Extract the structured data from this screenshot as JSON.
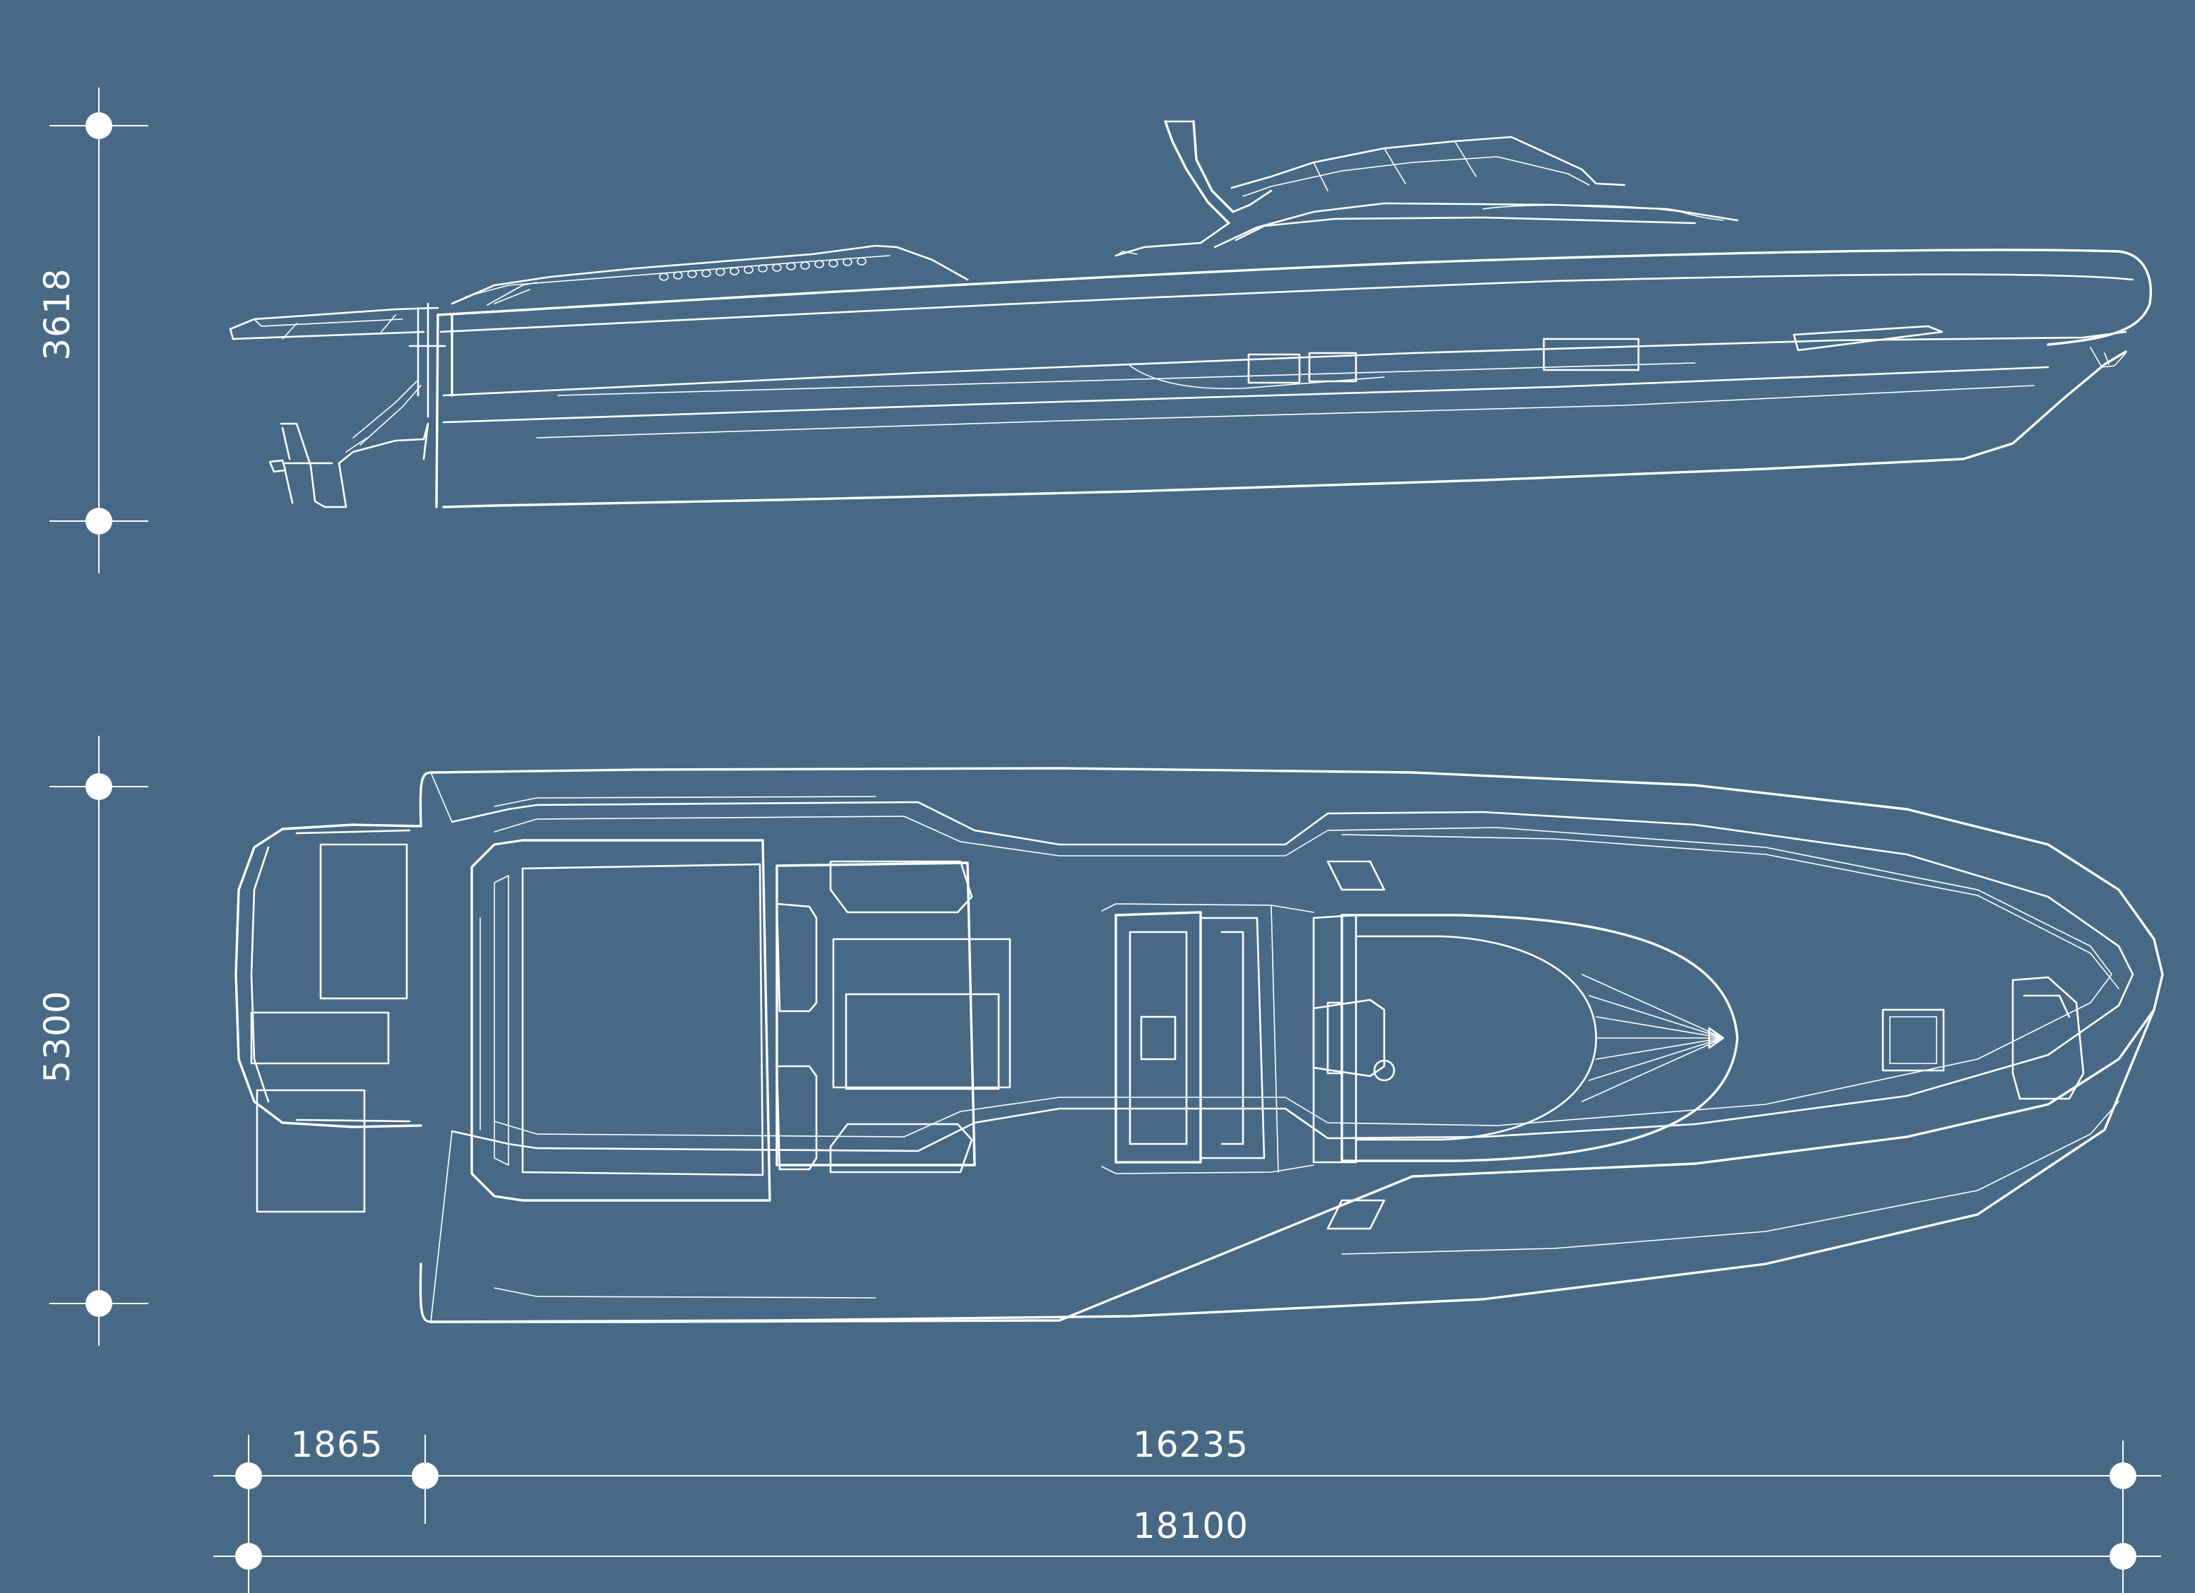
{
  "colors": {
    "background": "#476985",
    "line": "#ffffff"
  },
  "dimensions": {
    "height_side_view": "3618",
    "beam_top_view": "5300",
    "swim_platform": "1865",
    "hull_length": "16235",
    "overall_length": "18100"
  }
}
